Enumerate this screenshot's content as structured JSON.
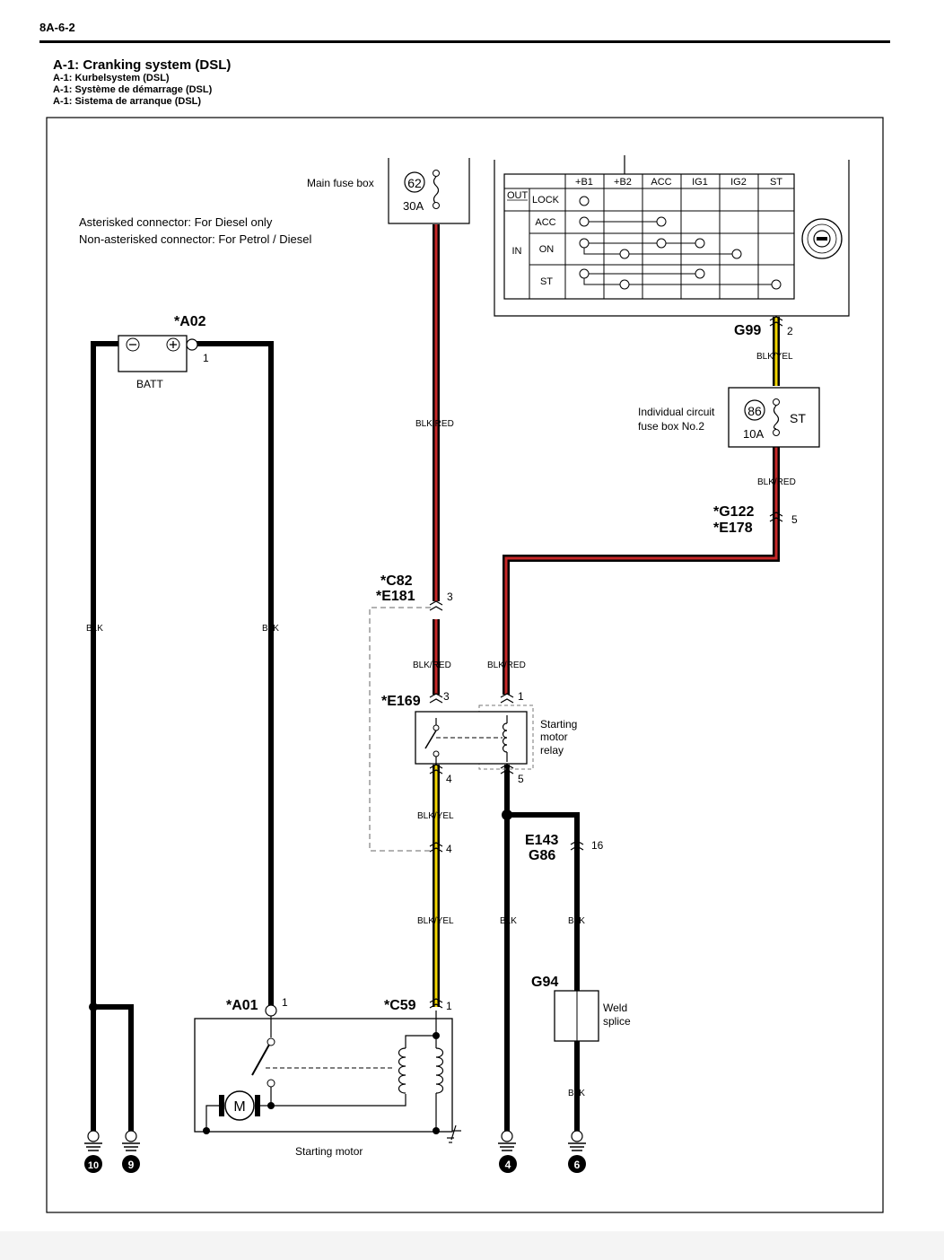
{
  "page": {
    "number": "8A-6-2"
  },
  "titles": {
    "main": "A-1: Cranking system (DSL)",
    "de": "A-1: Kurbelsystem (DSL)",
    "fr": "A-1: Système de démarrage (DSL)",
    "es": "A-1: Sistema de arranque (DSL)"
  },
  "notes": {
    "line1": "Asterisked connector: For Diesel only",
    "line2": "Non-asterisked connector: For Petrol / Diesel"
  },
  "main_fuse": {
    "label": "Main fuse box",
    "number": "62",
    "rating": "30A"
  },
  "ignition_switch": {
    "columns": [
      "+B1",
      "+B2",
      "ACC",
      "IG1",
      "IG2",
      "ST"
    ],
    "out_label": "OUT",
    "in_label": "IN",
    "rows": [
      "LOCK",
      "ACC",
      "ON",
      "ST"
    ]
  },
  "connectors": {
    "g99": {
      "name": "G99",
      "pin": "2"
    },
    "a02": {
      "name": "*A02",
      "pin": "1"
    },
    "g122": {
      "name1": "*G122",
      "name2": "*E178",
      "pin": "5"
    },
    "c82": {
      "name1": "*C82",
      "name2": "*E181",
      "pin": "3"
    },
    "e169": {
      "name": "*E169",
      "pin3": "3",
      "pin1": "1",
      "pin4": "4",
      "pin5": "5"
    },
    "e143": {
      "name1": "E143",
      "name2": "G86",
      "pin": "16"
    },
    "lower4": {
      "pin": "4"
    },
    "a01": {
      "name": "*A01",
      "pin": "1"
    },
    "c59": {
      "name": "*C59",
      "pin": "1"
    },
    "g94": {
      "name": "G94"
    }
  },
  "battery": {
    "label": "BATT"
  },
  "fuse_box2": {
    "line1": "Individual circuit",
    "line2": "fuse box No.2",
    "number": "86",
    "rating": "10A",
    "circuit": "ST"
  },
  "relay": {
    "line1": "Starting",
    "line2": "motor",
    "line3": "relay"
  },
  "weld_splice": {
    "line1": "Weld",
    "line2": "splice"
  },
  "motor": {
    "label": "Starting motor",
    "symbol": "M"
  },
  "wire_labels": {
    "blk_yel": "BLK/YEL",
    "blk_red": "BLK/RED",
    "blk": "BLK"
  },
  "grounds": [
    "10",
    "9",
    "4",
    "6"
  ]
}
